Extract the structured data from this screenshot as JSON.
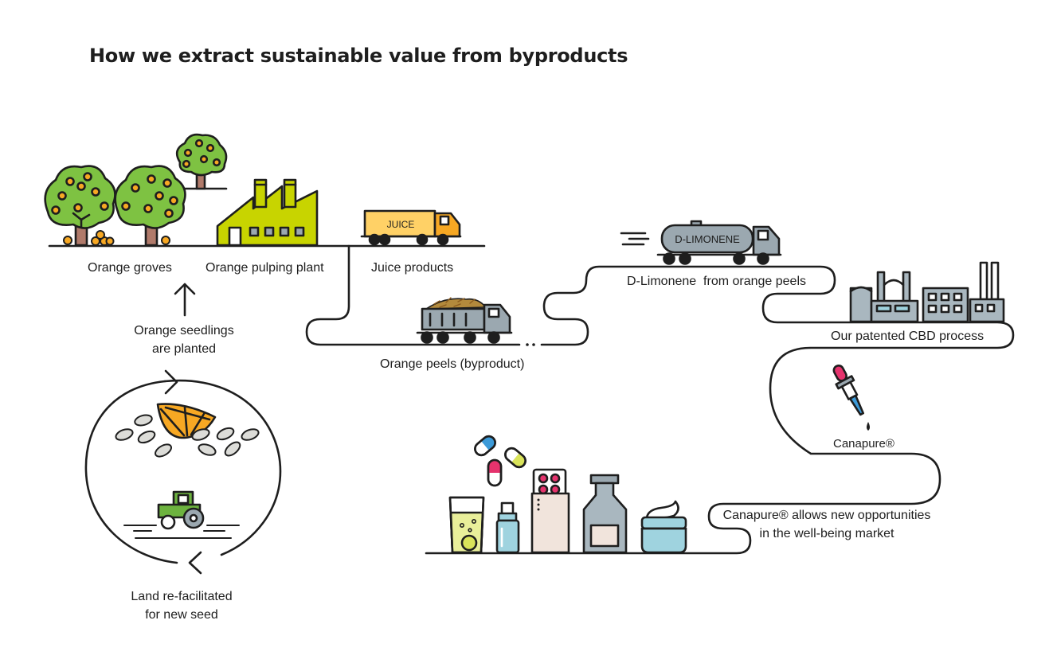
{
  "title": "How we extract sustainable value from byproducts",
  "labels": {
    "orange_groves": "Orange groves",
    "pulping_plant": "Orange pulping plant",
    "juice_products": "Juice products",
    "seedlings_line1": "Orange seedlings",
    "seedlings_line2": "are planted",
    "orange_peels": "Orange peels (byproduct)",
    "d_limonene": "D-Limonene  from orange peels",
    "cbd_process": "Our patented CBD process",
    "canapure": "Canapure®",
    "opportunities_line1": "Canapure® allows new opportunities",
    "opportunities_line2": "in the well-being market",
    "land_line1": "Land re-facilitated",
    "land_line2": "for new seed"
  },
  "truck_labels": {
    "juice": "JUICE",
    "d_limonene": "D-LIMONENE"
  },
  "colors": {
    "outline": "#1e1e1e",
    "tree_green": "#7ec242",
    "tree_trunk": "#b07a6a",
    "orange": "#f7a823",
    "factory_green": "#c8d400",
    "truck_yellow": "#ffd166",
    "truck_grey": "#9ba8b0",
    "factory_grey": "#a9b7bf",
    "tractor_green": "#6db33f",
    "seed_grey": "#dcdcd8",
    "pink": "#e5336d",
    "blue": "#3c9ad8",
    "lime": "#d9e35a",
    "light_blue": "#9fd3df",
    "cream": "#f1e4dc"
  },
  "icons": [
    "orange-tree-icon",
    "factory-icon",
    "juice-truck-icon",
    "peel-truck-icon",
    "tanker-truck-icon",
    "refinery-icon",
    "dropper-icon",
    "pills-icon",
    "glass-icon",
    "spray-bottle-icon",
    "blister-pack-icon",
    "bottle-icon",
    "cream-jar-icon",
    "tractor-icon",
    "orange-slice-icon",
    "seed-icon",
    "arrow-up-icon",
    "cycle-arrow-icon"
  ]
}
